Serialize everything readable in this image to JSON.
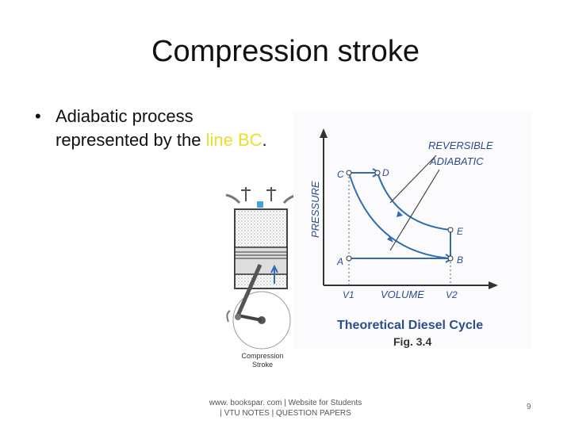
{
  "slide": {
    "title": "Compression stroke",
    "bullet_bullet": "•",
    "bullet_text_start": "Adiabatic process represented by the ",
    "bullet_highlight_1": "line",
    "bullet_text_mid": " ",
    "bullet_highlight_2": "BC",
    "bullet_text_end": ".",
    "highlight_color": "#e8e02a"
  },
  "engine_figure": {
    "caption_line1": "Compression",
    "caption_line2": "Stroke"
  },
  "diagram": {
    "y_axis_label": "PRESSURE",
    "x_axis_label": "VOLUME",
    "v1": "V1",
    "v2": "V2",
    "point_labels": [
      "A",
      "B",
      "C",
      "D",
      "E"
    ],
    "annotation_line1": "REVERSIBLE",
    "annotation_line2": "ADIABATIC",
    "caption": "Theoretical  Diesel  Cycle",
    "fig_label": "Fig.  3.4",
    "curve_color": "#2f6db0"
  },
  "footer": {
    "line1": "www. bookspar. com | Website for Students",
    "line2": "| VTU NOTES | QUESTION PAPERS"
  },
  "page_number": "9"
}
